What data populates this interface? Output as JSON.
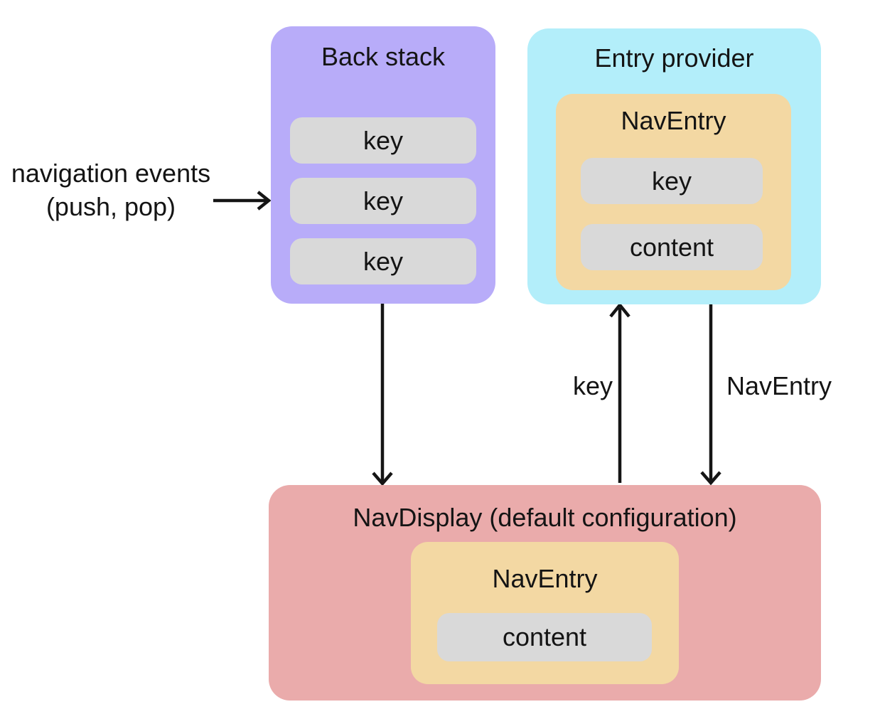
{
  "back_stack": {
    "title": "Back stack",
    "fill": "#b8acf9",
    "items": [
      "key",
      "key",
      "key"
    ],
    "item_fill": "#d9d9d9"
  },
  "entry_provider": {
    "title": "Entry provider",
    "fill": "#b3eefa",
    "nav_entry": {
      "title": "NavEntry",
      "fill": "#f3d8a3",
      "items": [
        "key",
        "content"
      ]
    }
  },
  "nav_display": {
    "title": "NavDisplay (default configuration)",
    "fill": "#eaabab",
    "nav_entry": {
      "title": "NavEntry",
      "fill": "#f3d8a3",
      "items": [
        "content"
      ]
    }
  },
  "labels": {
    "navigation_events_line1": "navigation events",
    "navigation_events_line2": "(push, pop)",
    "key_arrow": "key",
    "nav_entry_arrow": "NavEntry"
  },
  "colors": {
    "background": "#ffffff",
    "text": "#141414",
    "arrow": "#151515"
  }
}
